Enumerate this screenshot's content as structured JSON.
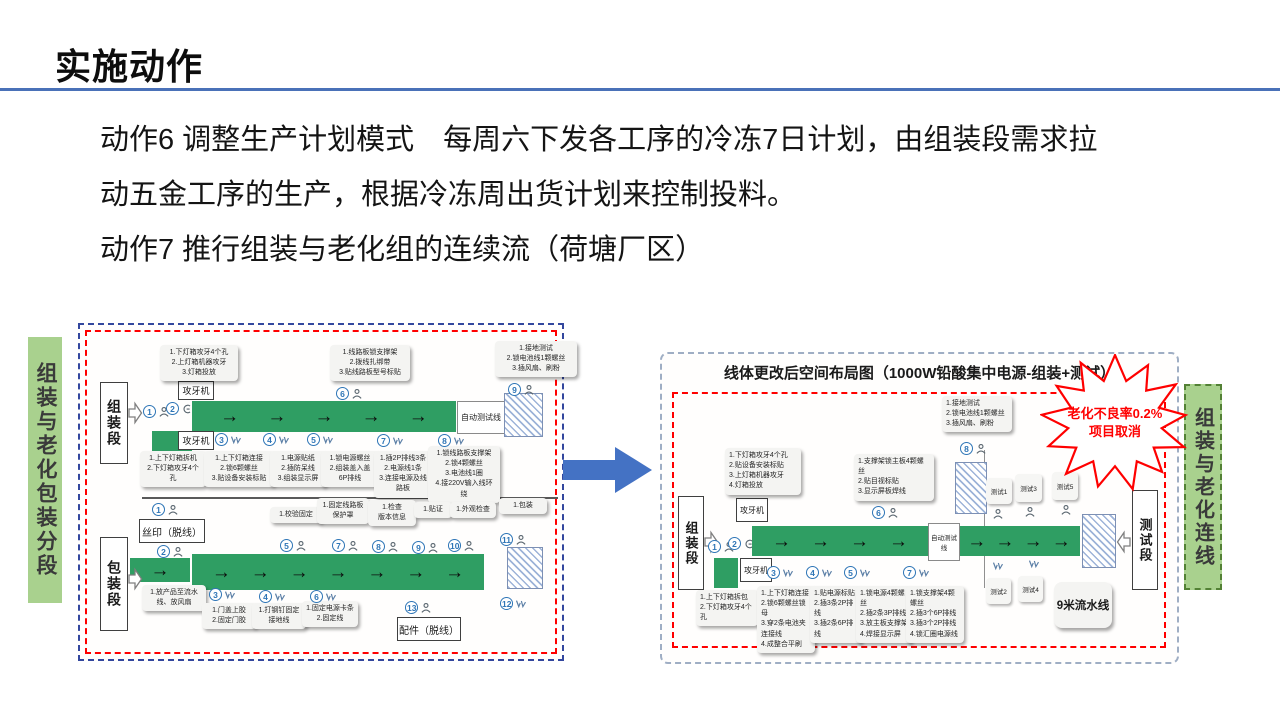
{
  "slide": {
    "title": "实施动作",
    "body_lines": [
      "动作6 调整生产计划模式　每周六下发各工序的冷冻7日计划，由组装段需求拉",
      "动五金工序的生产，根据冷冻周出货计划来控制投料。",
      "动作7 推行组装与老化组的连续流（荷塘厂区）"
    ]
  },
  "side_labels": {
    "left": "组装与老化包装分段",
    "right": "组装与老化连线"
  },
  "colors": {
    "accent_blue": "#4472c4",
    "conveyor_green": "#2f9e63",
    "label_green": "#a9d18e",
    "alert_red": "#ff0000",
    "station_blue": "#2e75b6"
  },
  "left_diagram": {
    "assembly": {
      "section": "组装段",
      "tapping_top": "攻牙机",
      "tapping_bottom": "攻牙机",
      "auto_test": "自动测试线",
      "label_above_1": "1.下灯箱攻牙4个孔\n2.上灯箱机器攻牙\n3.灯箱投放",
      "label_above_6": "1.线路板锁支撑架\n2.拨线扎绑带\n3.贴线路板型号标贴",
      "label_above_9": "1.接地测试\n2.锁电池线1颗螺丝\n3.插风扇、刷粉",
      "stations_top": [
        "1",
        "2",
        "6",
        "9"
      ],
      "stations_bottom": [
        "3",
        "4",
        "5",
        "7",
        "8"
      ],
      "labels_below": [
        "1.上下灯箱拆机\n2.下灯箱攻牙4个孔",
        "1.上下灯箱连接\n2.锁6颗螺丝\n3.贴设备安装标贴",
        "1.电源贴纸\n2.插防呆线\n3.组装显示屏",
        "1.锁电源螺丝\n2.组装盖入盖\n6P排线",
        "1.插2P排线3条\n2.电源线1条\n3.连接电源及线路板",
        "1.锁线路板支撑架\n2.锁4颗螺丝\n3.电池线1圈\n4.接220V输入线环绕"
      ]
    },
    "packing": {
      "section": "包装段",
      "silk_print": "丝印（脱线）",
      "accessories": "配件（脱线）",
      "label_above_5": "1.校验固定",
      "labels_above": [
        "1.固定线路板\n保护罩",
        "1.检查\n版本信息",
        "1.贴证",
        "1.外观检查",
        "1.包装"
      ],
      "stations_top": [
        "1",
        "2",
        "5",
        "7",
        "8",
        "9",
        "10",
        "11"
      ],
      "stations_bottom": [
        "3",
        "4",
        "6",
        "12",
        "13"
      ],
      "labels_below": [
        "1.放产品至流水线、放风扇",
        "1.门盖上胶\n2.固定门胶",
        "1.打钢钉固定\n接地线",
        "1.固定电源卡条\n2.固定线"
      ]
    }
  },
  "right_diagram": {
    "title": "线体更改后空间布局图（1000W铅酸集中电源-组装+测试）",
    "burst_line1": "老化不良率0.2%",
    "burst_line2": "项目取消",
    "assembly_section": "组装段",
    "test_section": "测试段",
    "tapping_top": "攻牙机",
    "tapping_bottom": "攻牙机",
    "auto_test": "自动测试线",
    "line_9m": "9米流水线",
    "label_top": "1.下灯箱攻牙4个孔\n2.贴设备安装标贴\n3.上灯箱机器攻牙\n4.灯箱投放",
    "label_above_6": "1.支撑架锁主板4颗螺丝\n2.贴目视标贴\n3.显示屏板焊线",
    "label_above_8": "1.接地测试\n2.锁电池线1颗螺丝\n3.插风扇、刷粉",
    "tests": [
      "测试1",
      "测试2",
      "测试3",
      "测试4",
      "测试5"
    ],
    "stations_line": [
      "1",
      "2"
    ],
    "stations_top": [
      "6",
      "8"
    ],
    "stations_bottom": [
      "3",
      "4",
      "5",
      "7"
    ],
    "labels_below": [
      "1.上下灯箱拆包\n2.下灯箱攻牙4个孔",
      "1.上下灯箱连接\n2.锁6颗螺丝锁母\n3.穿2条电池夹连接线\n4.成整合平刷",
      "1.贴电源标贴\n2.插3条2P排线\n3.插2条6P排线",
      "1.锁电源4颗螺丝\n2.插2条3P排线\n3.放主板支撑架\n4.焊接显示屏",
      "1.锁支撑架4颗螺丝\n2.插3个6P排线\n3.插3个2P排线\n4.锁汇圈电源线"
    ]
  }
}
